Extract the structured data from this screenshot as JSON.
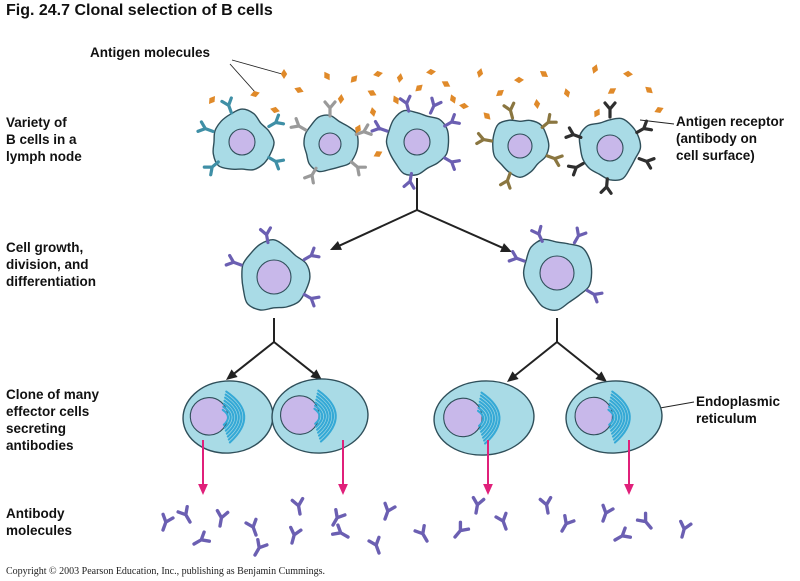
{
  "figure": {
    "title": "Fig. 24.7  Clonal selection of B cells"
  },
  "labels": {
    "antigen_molecules": "Antigen molecules",
    "variety": [
      "Variety of",
      "B cells in a",
      "lymph node"
    ],
    "antigen_receptor": [
      "Antigen receptor",
      "(antibody on",
      "cell surface)"
    ],
    "cell_growth": [
      "Cell growth,",
      "division, and",
      "differentiation"
    ],
    "clone": [
      "Clone of many",
      "effector cells",
      "secreting",
      "antibodies"
    ],
    "endoplasmic": [
      "Endoplasmic",
      "reticulum"
    ],
    "antibody_molecules": [
      "Antibody",
      "molecules"
    ]
  },
  "footer": {
    "copyright": "Copyright © 2003 Pearson Education, Inc., publishing as Benjamin Cummings."
  },
  "colors": {
    "cell_fill": "#a9dbe6",
    "cell_stroke": "#2f4f5a",
    "nucleus_fill": "#c8b8ea",
    "er_stroke": "#35a9d6",
    "antigen": "#e08a2a",
    "antibody": "#6b5fb2",
    "arrow": "#222222",
    "secretion_arrow": "#e0207a",
    "receptor_colors": [
      "#3f8fa6",
      "#9a9a9a",
      "#6b5fb2",
      "#8a7640",
      "#2f2f2f"
    ]
  }
}
